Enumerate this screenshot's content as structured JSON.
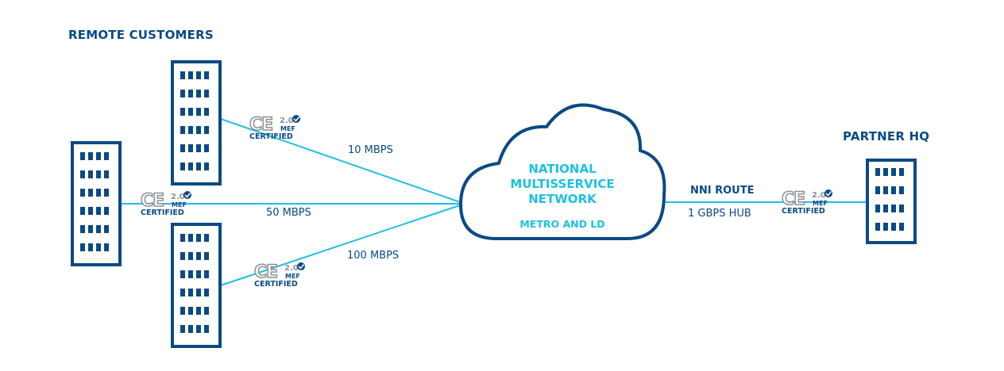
{
  "headings": {
    "remote_customers": "REMOTE CUSTOMERS",
    "partner_hq": "PARTNER HQ"
  },
  "network": {
    "line1": "NATIONAL",
    "line2": "MULTISSERVICE",
    "line3": "NETWORK",
    "subtitle": "METRO AND LD"
  },
  "links": {
    "top": "10 MBPS",
    "middle": "50 MBPS",
    "bottom": "100 MBPS",
    "nni_title": "NNI ROUTE",
    "nni_speed": "1 GBPS HUB"
  },
  "badge": {
    "ce": "CE",
    "version": "2.0",
    "mef": "MEF",
    "certified": "CERTIFIED"
  },
  "colors": {
    "navy": "#0a4a85",
    "cyan": "#1cc0e3",
    "badge_grey": "#8a8f96"
  },
  "icons": {
    "building": "office-building-icon",
    "cloud": "cloud-icon",
    "badge": "ce-mef-certified-badge-icon"
  }
}
